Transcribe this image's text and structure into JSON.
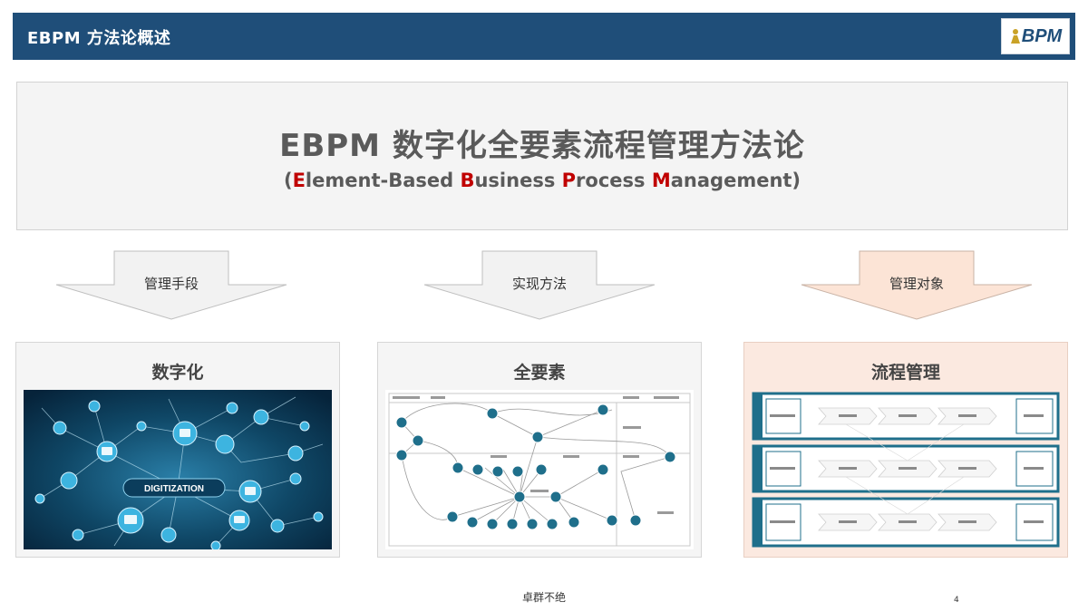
{
  "header": {
    "title": "EBPM 方法论概述",
    "logo_text": "BPM"
  },
  "hero": {
    "title": "EBPM 数字化全要素流程管理方法论",
    "subtitle_parts": [
      {
        "text": "(",
        "red": false
      },
      {
        "text": "E",
        "red": true
      },
      {
        "text": "lement-Based ",
        "red": false
      },
      {
        "text": "B",
        "red": true
      },
      {
        "text": "usiness ",
        "red": false
      },
      {
        "text": "P",
        "red": true
      },
      {
        "text": "rocess ",
        "red": false
      },
      {
        "text": "M",
        "red": true
      },
      {
        "text": "anagement)",
        "red": false
      }
    ]
  },
  "arrows": [
    {
      "label": "管理手段"
    },
    {
      "label": "实现方法"
    },
    {
      "label": "管理对象"
    }
  ],
  "cards": [
    {
      "title": "数字化",
      "image_caption": "DIGITIZATION"
    },
    {
      "title": "全要素"
    },
    {
      "title": "流程管理"
    }
  ],
  "footer": {
    "text": "卓群不绝",
    "page_number": "4"
  },
  "colors": {
    "header_bg": "#1f4e79",
    "accent_red": "#c00000",
    "arrow_gray": "#f2f2f2",
    "arrow_peach": "#fce4d6",
    "card_peach": "#fbe9e0",
    "diagram_teal": "#1f6f8b"
  }
}
